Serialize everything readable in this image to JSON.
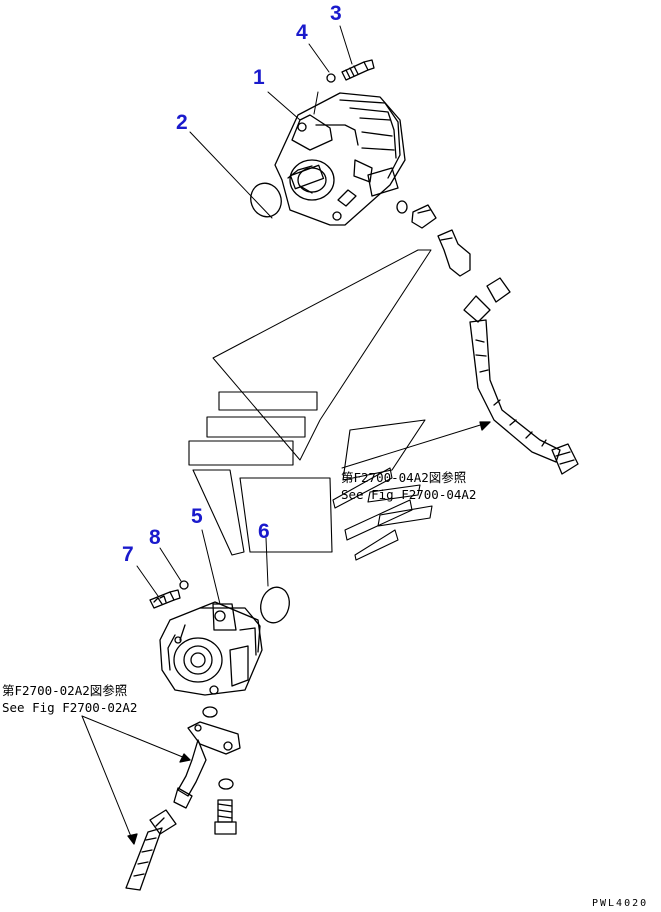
{
  "callouts": {
    "n1": "1",
    "n2": "2",
    "n3": "3",
    "n4": "4",
    "n5": "5",
    "n6": "6",
    "n7": "7",
    "n8": "8"
  },
  "references": {
    "upper_jp": "第F2700-04A2図参照",
    "upper_en": "See Fig F2700-04A2",
    "lower_jp": "第F2700-02A2図参照",
    "lower_en": "See Fig F2700-02A2"
  },
  "figure_code": "PWL4020",
  "colors": {
    "callout": "#1a1acc",
    "line": "#000000"
  }
}
